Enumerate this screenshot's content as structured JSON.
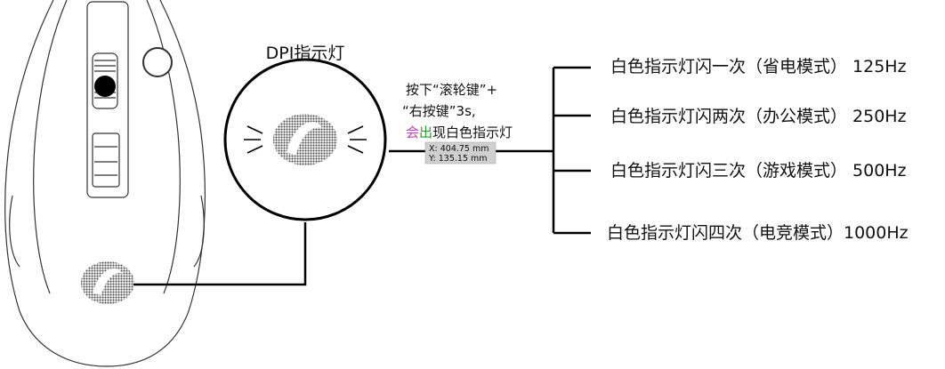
{
  "dpi_label": "DPI指示灯",
  "instruction": {
    "line1": "按下“滚轮键”+",
    "line2": "“右按键”3s,",
    "line3_part1": "会",
    "line3_part2": "出",
    "line3_part3": "现白色指示灯",
    "color_part1": "#c040c0",
    "color_part2": "#2a9a2a"
  },
  "modes": [
    {
      "text": "白色指示灯闪一次（省电模式） 125Hz"
    },
    {
      "text": "白色指示灯闪两次（办公模式） 250Hz"
    },
    {
      "text": "白色指示灯闪三次（游戏模式） 500Hz"
    },
    {
      "text": "白色指示灯闪四次（电竞模式）1000Hz"
    }
  ],
  "measure_tooltip": {
    "x": "X: 404.75 mm",
    "y": "Y: 135.15 mm"
  },
  "logo_icon": "dareu-logo-icon"
}
